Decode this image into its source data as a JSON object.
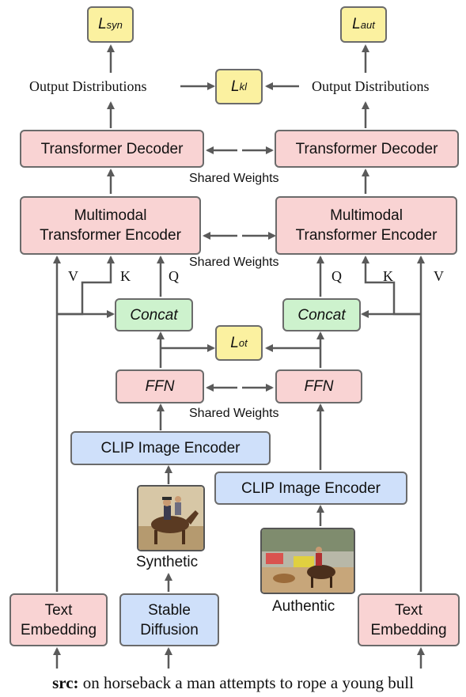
{
  "losses": {
    "syn": {
      "main": "L",
      "sub": "syn"
    },
    "aut": {
      "main": "L",
      "sub": "aut"
    },
    "kl": {
      "main": "L",
      "sub": "kl"
    },
    "ot": {
      "main": "L",
      "sub": "ot"
    }
  },
  "labels": {
    "output_distributions": "Output Distributions",
    "shared_weights": "Shared Weights",
    "v": "V",
    "k": "K",
    "q": "Q"
  },
  "boxes": {
    "transformer_decoder": "Transformer Decoder",
    "mm_encoder_line1": "Multimodal",
    "mm_encoder_line2": "Transformer Encoder",
    "concat": "Concat",
    "ffn": "FFN",
    "clip": "CLIP Image Encoder",
    "text_embedding_line1": "Text",
    "text_embedding_line2": "Embedding",
    "stable_diffusion_line1": "Stable",
    "stable_diffusion_line2": "Diffusion"
  },
  "images": {
    "synthetic": "Synthetic",
    "authentic": "Authentic"
  },
  "caption": {
    "prefix": "src:",
    "text": " on horseback a man attempts to rope a young bull"
  },
  "colors": {
    "pink": "#f9d3d3",
    "green": "#cdf2cd",
    "blue": "#cfe0fa",
    "yellow": "#fbf1a0",
    "arrow": "#5a5a5a"
  }
}
